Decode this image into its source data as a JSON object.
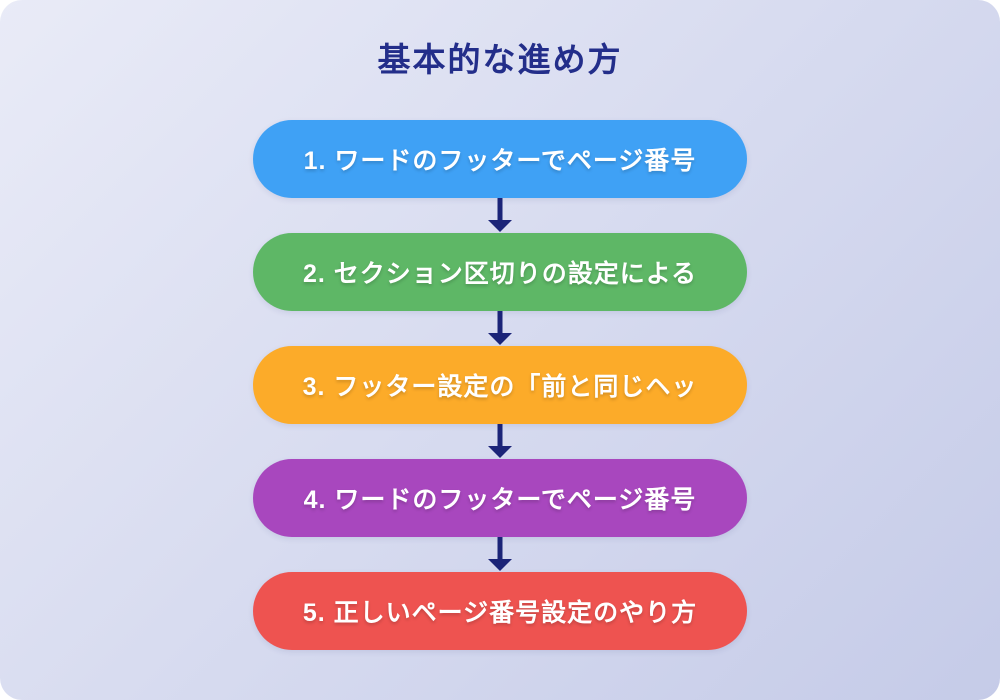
{
  "page": {
    "outer_background": "#ffffff",
    "card_gradient_start": "#E9EBF7",
    "card_gradient_end": "#C5CBE8"
  },
  "title": {
    "text": "基本的な進め方",
    "color": "#232E8A"
  },
  "flow": {
    "arrow_color": "#1B2478",
    "steps": [
      {
        "label": "1. ワードのフッターでページ番号",
        "color": "#3FA1F5"
      },
      {
        "label": "2. セクション区切りの設定による",
        "color": "#5EB766"
      },
      {
        "label": "3. フッター設定の「前と同じヘッ",
        "color": "#FCAB29"
      },
      {
        "label": "4. ワードのフッターでページ番号",
        "color": "#A847BE"
      },
      {
        "label": "5. 正しいページ番号設定のやり方",
        "color": "#EE5350"
      }
    ]
  }
}
